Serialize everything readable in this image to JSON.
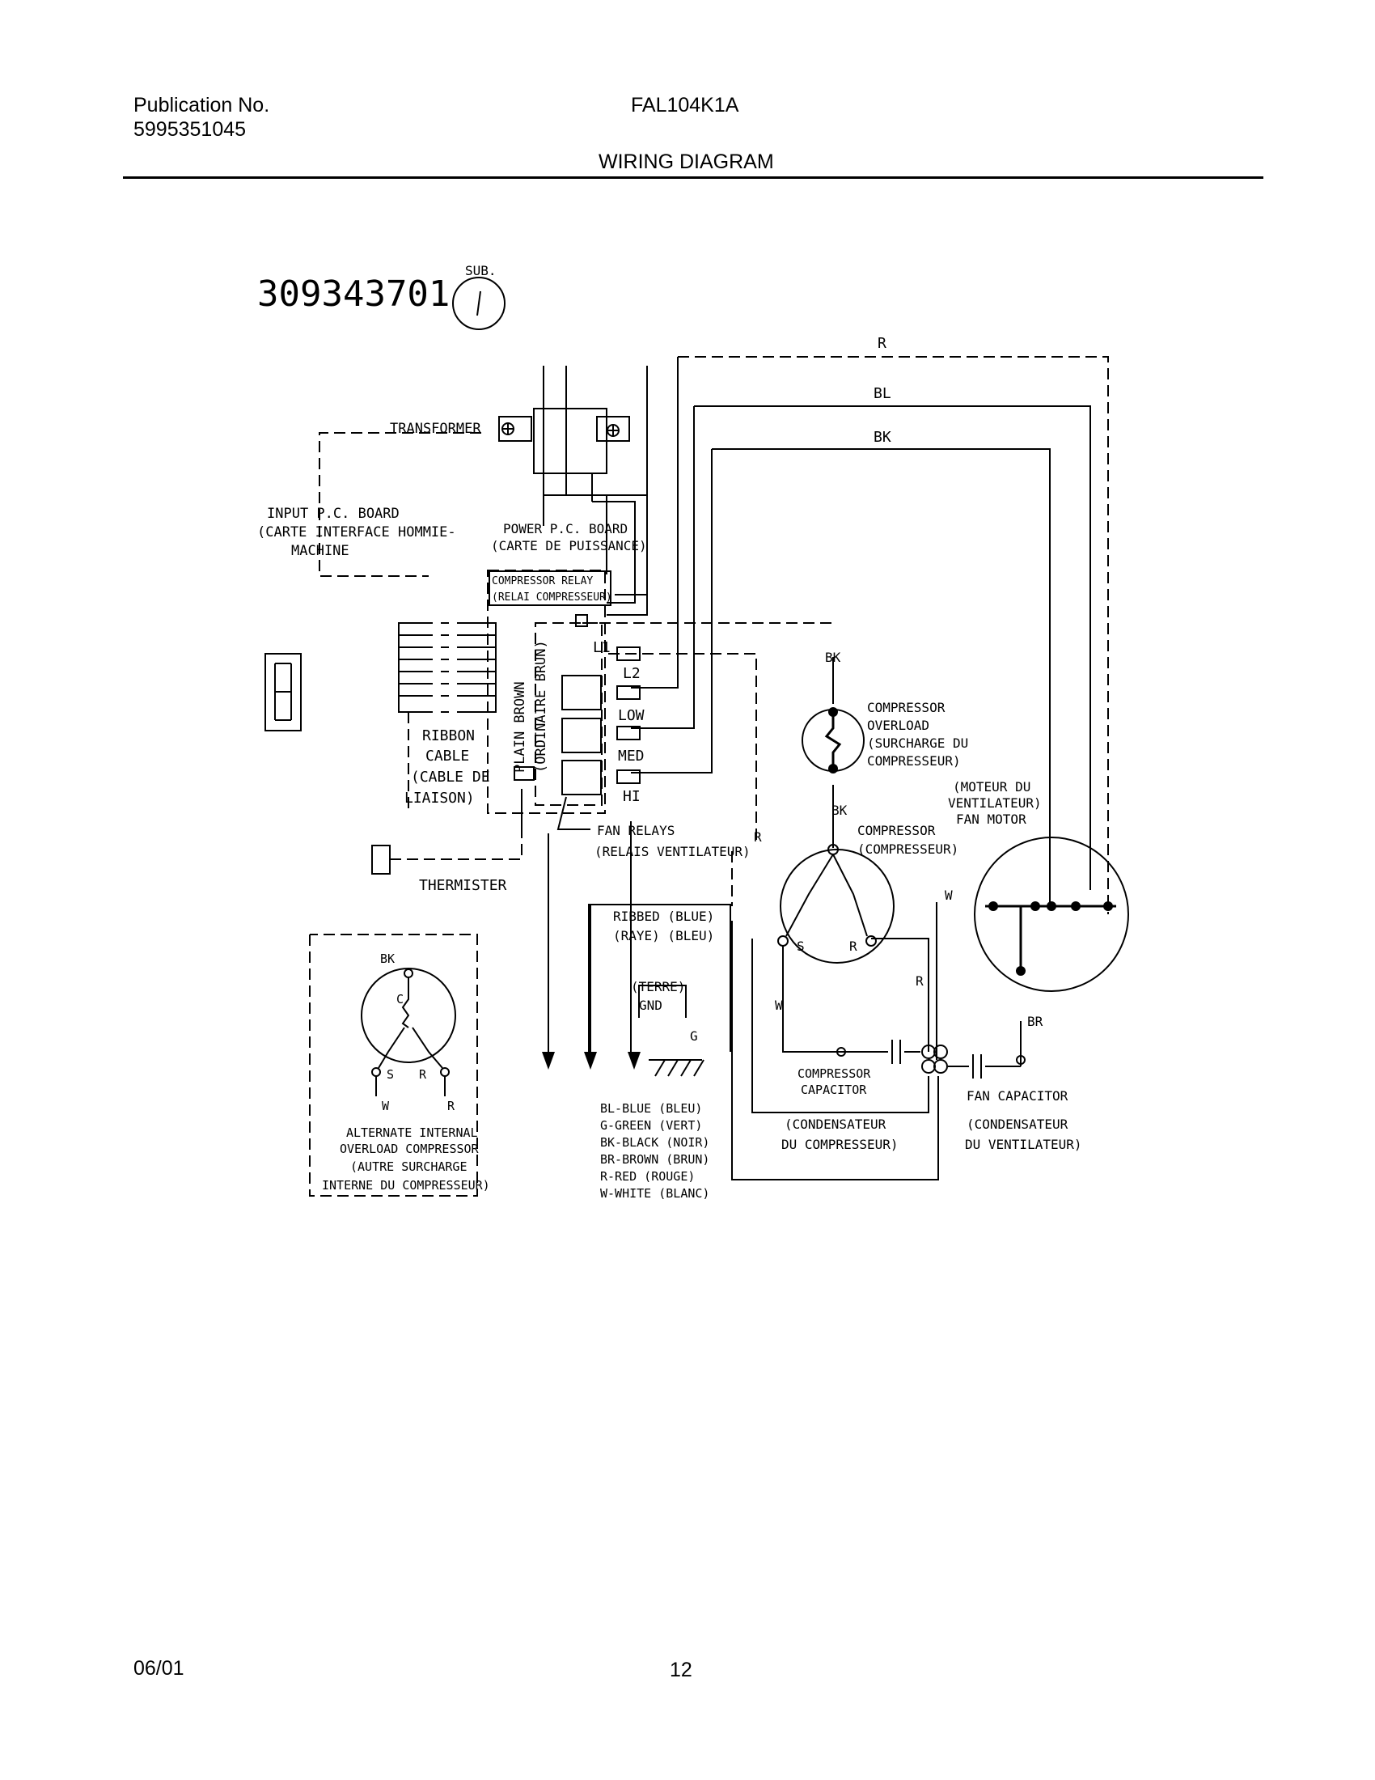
{
  "header": {
    "publication_label": "Publication No.",
    "publication_number": "5995351045",
    "model": "FAL104K1A",
    "title": "WIRING DIAGRAM"
  },
  "footer": {
    "date": "06/01",
    "page": "12"
  },
  "diagram": {
    "part_number": "309343701",
    "sub_label": "SUB.",
    "wires": {
      "red": "R",
      "blue": "BL",
      "black": "BK",
      "white": "W",
      "brown": "BR",
      "green": "G"
    },
    "labels": {
      "transformer": "TRANSFORMER",
      "input_board_1": "INPUT P.C. BOARD",
      "input_board_2": "(CARTE INTERFACE HOMMIE-",
      "input_board_3": "MACHINE",
      "power_board_1": "POWER P.C. BOARD",
      "power_board_2": "(CARTE DE PUISSANCE)",
      "comp_relay_1": "COMPRESSOR RELAY",
      "comp_relay_2": "(RELAI COMPRESSEUR)",
      "plain_brown": "PLAIN BROWN",
      "ordinaire_brun": "(ORDINAIRE BRUN)",
      "l1": "L1",
      "l2": "L2",
      "low": "LOW",
      "med": "MED",
      "hi": "HI",
      "ribbon_1": "RIBBON",
      "ribbon_2": "CABLE",
      "ribbon_3": "(CABLE DE",
      "ribbon_4": "LIAISON)",
      "fan_relays_1": "FAN RELAYS",
      "fan_relays_2": "(RELAIS VENTILATEUR)",
      "thermistor": "THERMISTER",
      "comp_overload_1": "COMPRESSOR",
      "comp_overload_2": "OVERLOAD",
      "comp_overload_3": "(SURCHARGE DU",
      "comp_overload_4": "COMPRESSEUR)",
      "compressor_1": "COMPRESSOR",
      "compressor_2": "(COMPRESSEUR)",
      "fan_motor_1": "(MOTEUR DU",
      "fan_motor_2": "VENTILATEUR)",
      "fan_motor_3": "FAN MOTOR",
      "ribbed_1": "RIBBED (BLUE)",
      "ribbed_2": "(RAYE) (BLEU)",
      "terre": "(TERRE)",
      "gnd": "GND",
      "comp_cap_1": "COMPRESSOR",
      "comp_cap_2": "CAPACITOR",
      "condensateur_c1": "(CONDENSATEUR",
      "condensateur_c2": "DU COMPRESSEUR)",
      "fan_cap": "FAN CAPACITOR",
      "condensateur_f1": "(CONDENSATEUR",
      "condensateur_f2": "DU VENTILATEUR)",
      "alt_1": "ALTERNATE INTERNAL",
      "alt_2": "OVERLOAD COMPRESSOR",
      "alt_3": "(AUTRE SURCHARGE",
      "alt_4": "INTERNE DU COMPRESSEUR)",
      "terminal_s": "S",
      "terminal_r": "R",
      "terminal_c": "C"
    },
    "legend": [
      "BL-BLUE (BLEU)",
      "G-GREEN (VERT)",
      "BK-BLACK (NOIR)",
      "BR-BROWN (BRUN)",
      "R-RED (ROUGE)",
      "W-WHITE (BLANC)"
    ]
  }
}
